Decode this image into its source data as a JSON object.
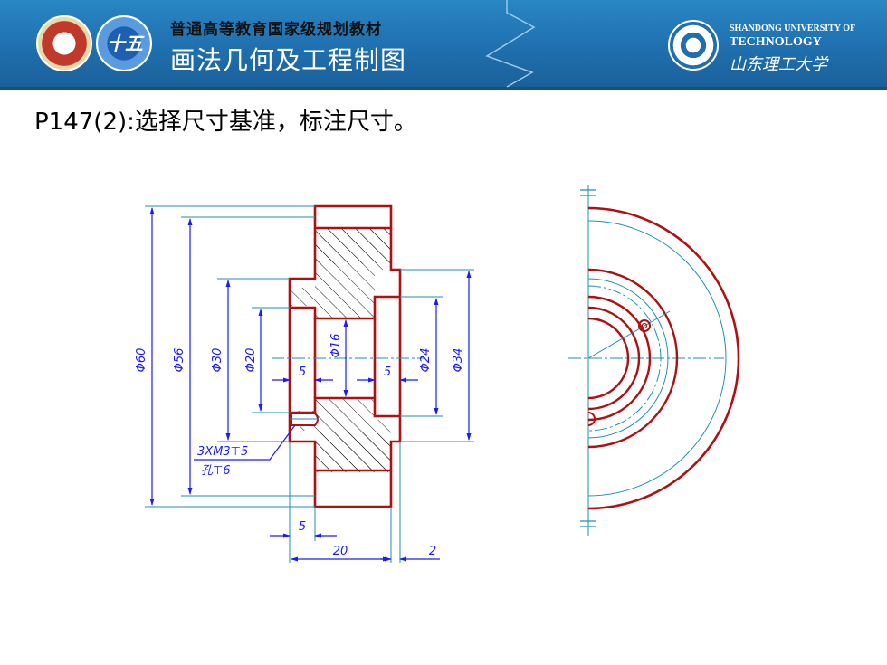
{
  "header": {
    "series": "普通高等教育国家级规划教材",
    "course": "画法几何及工程制图",
    "emblem_b_text": "十五",
    "university_en_line1": "SHANDONG UNIVERSITY OF",
    "university_en_line2": "TECHNOLOGY",
    "university_cn": "山东理工大学"
  },
  "slide": {
    "title": "P147(2):选择尺寸基准，标注尺寸。"
  },
  "drawing": {
    "dims": {
      "d60": "Φ60",
      "d56": "Φ56",
      "d30": "Φ30",
      "d20": "Φ20",
      "d16": "Φ16",
      "d24": "Φ24",
      "d34": "Φ34",
      "five_left": "5",
      "five_right": "5",
      "five_bottom": "5",
      "twenty": "20",
      "two": "2",
      "hole_spec": "3XM3⊤5",
      "hole_depth": "孔⊤6"
    },
    "colors": {
      "outline": "#b01010",
      "dimension": "#1a1aff",
      "centerline": "#1f8fb5",
      "hatch": "#000000"
    }
  }
}
